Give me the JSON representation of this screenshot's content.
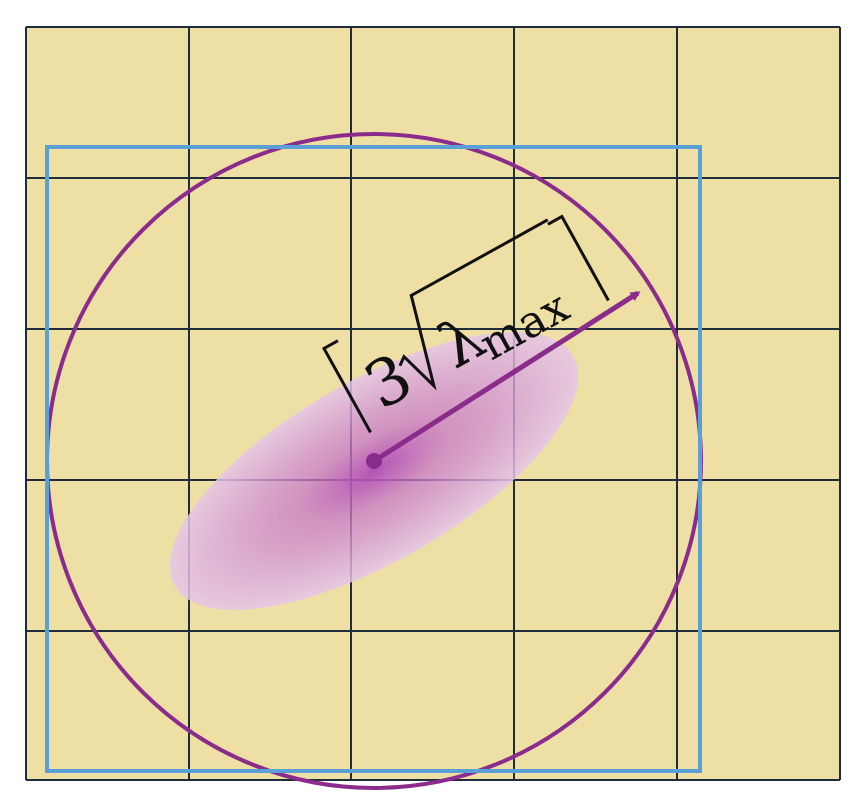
{
  "annotation": {
    "prefix": "3",
    "symbol": "λ",
    "subscript": "max"
  },
  "grid": {
    "columns": 5,
    "rows": 5
  },
  "colors": {
    "background": "#EEDFA5",
    "grid_line": "#1F2D3A",
    "circle": "#8B2C8D",
    "bounding_square": "#5AA0D6",
    "ellipse": "#B552B8",
    "arrow": "#8B2C8D",
    "label": "#111111"
  }
}
